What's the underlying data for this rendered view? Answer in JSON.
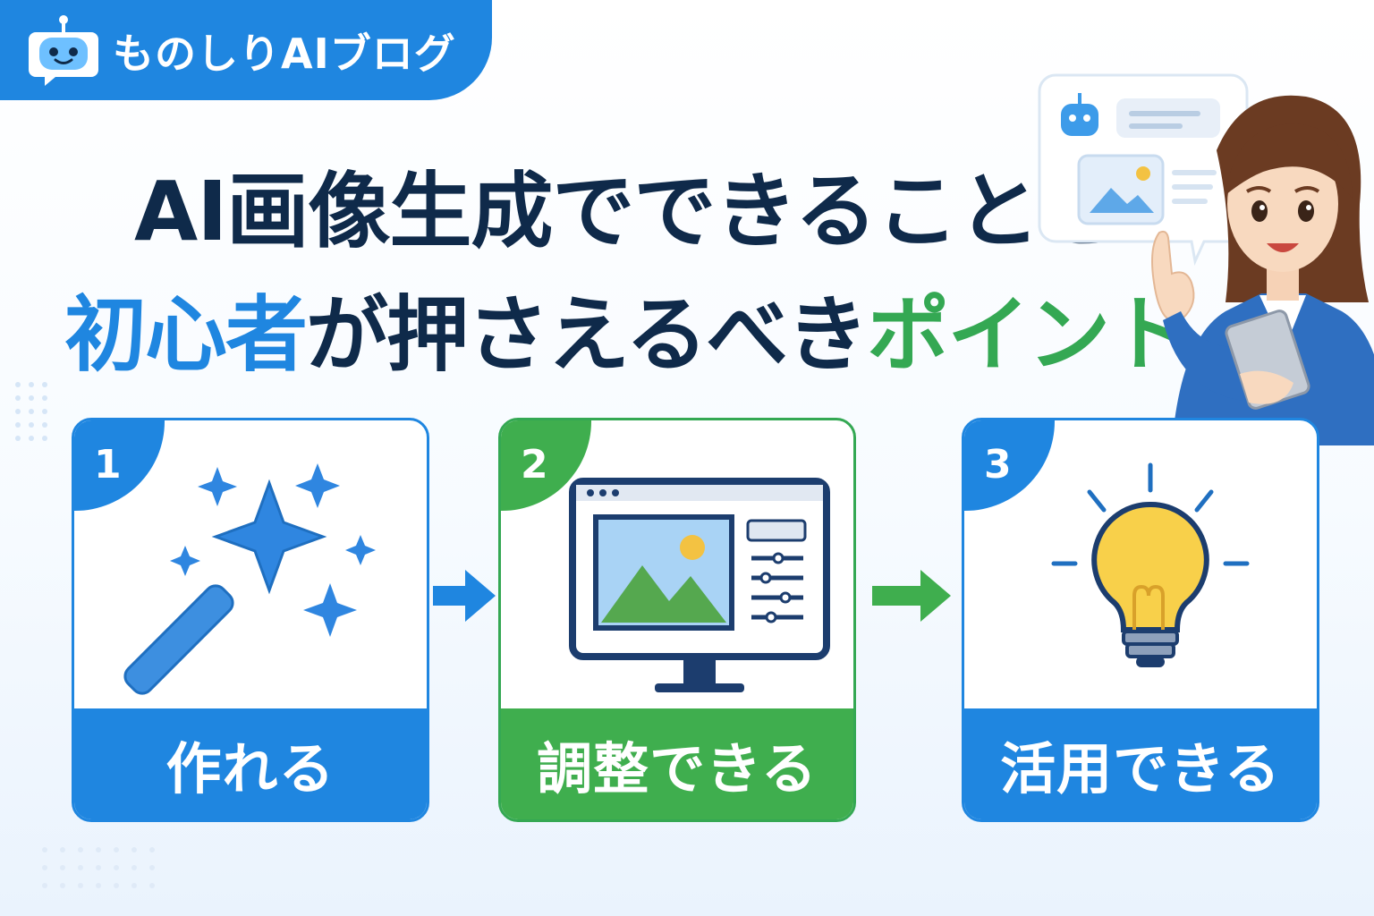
{
  "header": {
    "blog_name": "ものしりAIブログ",
    "logo_icon": "robot-chat-icon"
  },
  "title": {
    "line1": "AI画像生成でできることと",
    "line2_part1": "初心者",
    "line2_part2": "が押さえるべき",
    "line2_part3": "ポイント"
  },
  "steps": [
    {
      "number": "1",
      "label": "作れる",
      "icon": "magic-wand-sparkles-icon",
      "color": "#1f86e0"
    },
    {
      "number": "2",
      "label": "調整できる",
      "icon": "monitor-image-editor-icon",
      "color": "#3fae4e"
    },
    {
      "number": "3",
      "label": "活用できる",
      "icon": "lightbulb-icon",
      "color": "#1f86e0"
    }
  ],
  "colors": {
    "primary_blue": "#1f86e0",
    "accent_green": "#34a853",
    "navy_text": "#0f2a4a"
  },
  "illustration": {
    "character": "woman-presenter-with-tablet",
    "speech_bubble_icons": [
      "robot-icon",
      "image-icon"
    ]
  }
}
